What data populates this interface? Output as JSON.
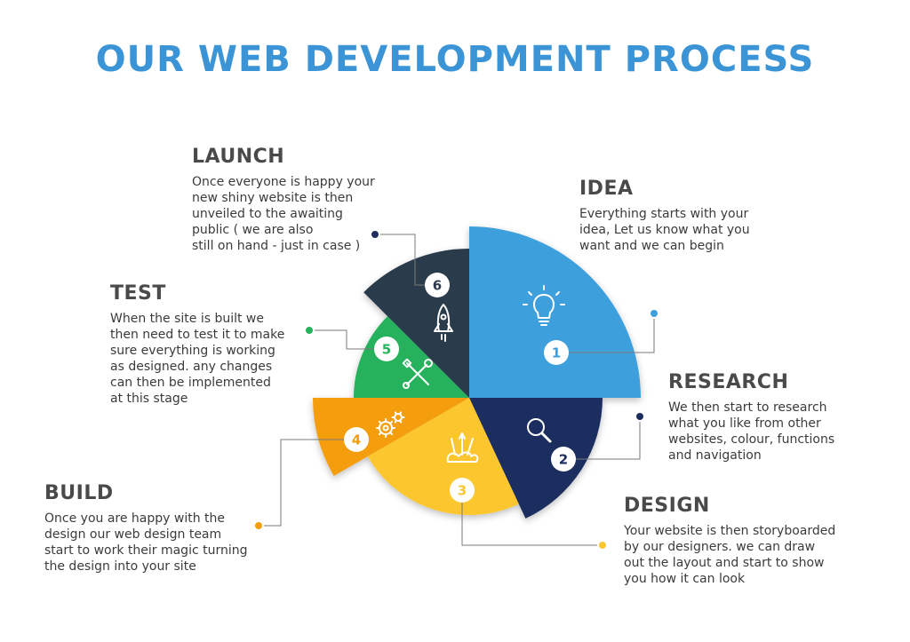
{
  "title": "OUR WEB DEVELOPMENT PROCESS",
  "colors": {
    "title": "#3a94d6",
    "idea": "#3d9fdc",
    "research": "#1c2d5e",
    "design": "#fbc62f",
    "build": "#f59e0b",
    "test": "#27b25d",
    "launch": "#2b3a4c",
    "text": "#3b3b3b",
    "heading": "#4a4a4a",
    "connector": "#7a7a7a"
  },
  "steps": [
    {
      "number": "1",
      "title": "IDEA",
      "icon": "lightbulb-icon",
      "text": [
        "Everything starts with your",
        "idea, Let us know what you",
        "want and we can begin"
      ]
    },
    {
      "number": "2",
      "title": "RESEARCH",
      "icon": "magnifier-icon",
      "text": [
        "We then start to research",
        "what you like from other",
        "websites, colour, functions",
        "and navigation"
      ]
    },
    {
      "number": "3",
      "title": "DESIGN",
      "icon": "pencils-icon",
      "text": [
        "Your website is then storyboarded",
        "by our designers. we can draw",
        "out the layout and start to show",
        "you how it can look"
      ]
    },
    {
      "number": "4",
      "title": "BUILD",
      "icon": "gears-icon",
      "text": [
        "Once you are happy with the",
        "design our web design team",
        "start to work their magic turning",
        "the design into your site"
      ]
    },
    {
      "number": "5",
      "title": "TEST",
      "icon": "tools-icon",
      "text": [
        "When the site is built we",
        "then need to test it to make",
        "sure everything is working",
        "as designed. any changes",
        "can then be implemented",
        "at this stage"
      ]
    },
    {
      "number": "6",
      "title": "LAUNCH",
      "icon": "rocket-icon",
      "text": [
        "Once everyone is happy your",
        "new shiny website is then",
        "unveiled to the awaiting",
        "public ( we are also",
        "still on hand - just in case )"
      ]
    }
  ]
}
